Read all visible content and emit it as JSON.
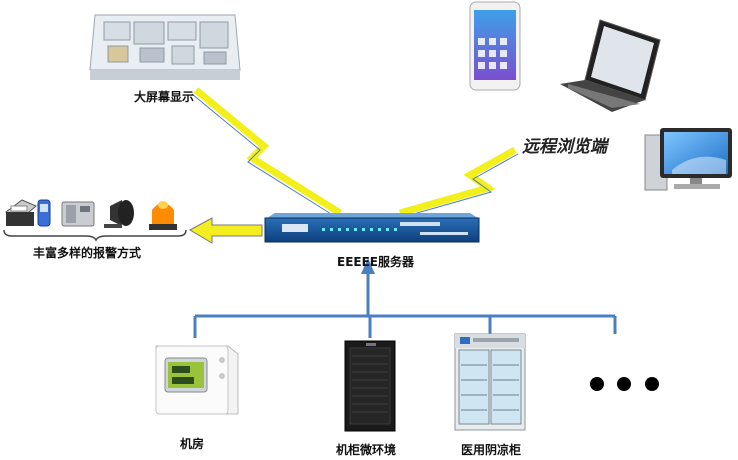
{
  "labels": {
    "big_screen": "大屏幕显示",
    "remote_browser": "远程浏览端",
    "alarm_methods": "丰富多样的报警方式",
    "server": "EEEEE服务器",
    "machine_room": "机房",
    "cabinet_env": "机柜微环境",
    "medical_cabinet": "医用阴凉柜"
  },
  "colors": {
    "bus_line": "#4a7fc0",
    "lightning": "#f2ef1a",
    "alarm_arrow": "#f4ee20"
  },
  "icons": {
    "big_screen": "floorplan-3d-icon",
    "phone": "smartphone-icon",
    "laptop": "laptop-icon",
    "desktop": "desktop-monitor-icon",
    "alarms": [
      "printer-icon",
      "mobile-phone-icon",
      "telephone-icon",
      "siren-speaker-icon",
      "warning-light-icon"
    ],
    "server": "rack-server-icon",
    "thermo": "temperature-humidity-sensor-icon",
    "cabinet": "network-cabinet-icon",
    "fridge": "medical-cool-cabinet-icon",
    "more": "more-dots-icon"
  }
}
